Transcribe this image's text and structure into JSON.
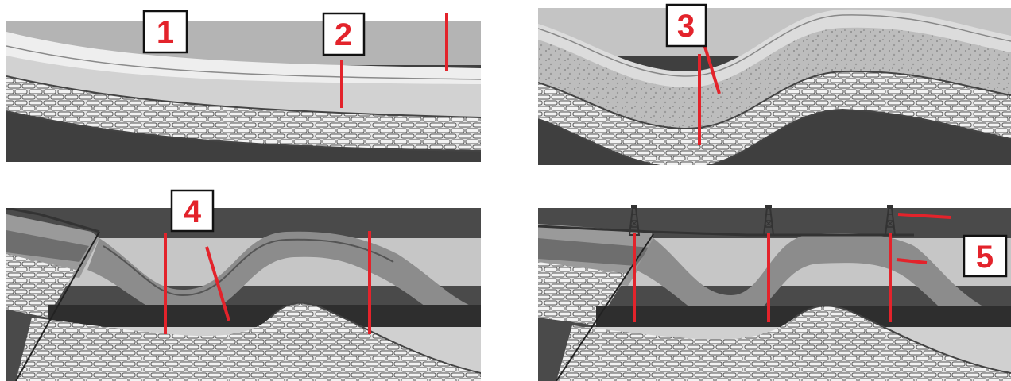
{
  "labels": [
    {
      "id": "label-1",
      "text": "1"
    },
    {
      "id": "label-2",
      "text": "2"
    },
    {
      "id": "label-3",
      "text": "3"
    },
    {
      "id": "label-4",
      "text": "4"
    },
    {
      "id": "label-5",
      "text": "5"
    }
  ],
  "colors": {
    "marker": "#e3232b",
    "label_border": "#111111",
    "label_fill": "#ffffff",
    "sky": "#c7c7c7",
    "sandstone": "#d6d6d6",
    "shale_light": "#b8b8b8",
    "shale_dark": "#6e6e6e",
    "limestone": "#e2e2e2",
    "basement": "#4a4a4a",
    "oil_layer": "#3a3a3a"
  },
  "icons": {
    "derrick": "oil-derrick-icon",
    "stone": "limestone-brick-pattern"
  }
}
